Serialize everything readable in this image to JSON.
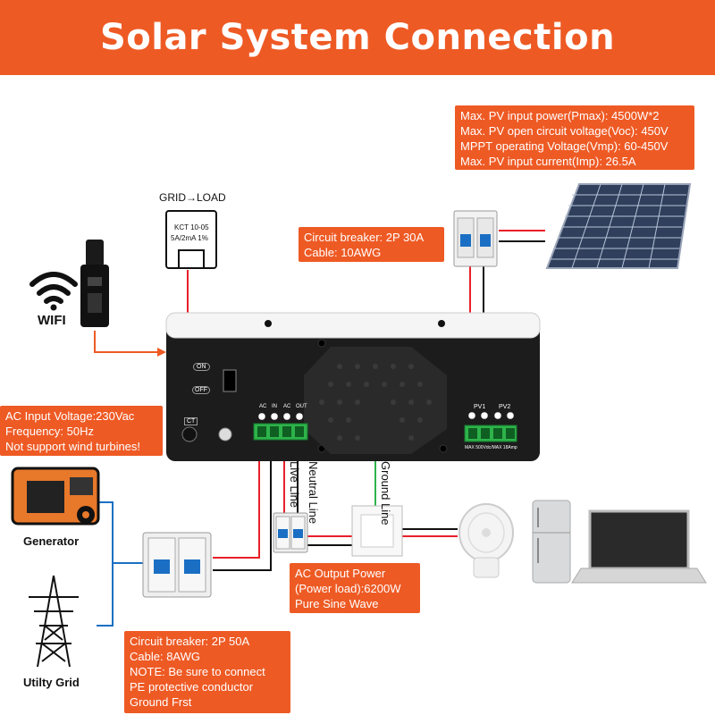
{
  "title": "Solar System Connection",
  "pv_spec_lines": [
    "Max. PV input power(Pmax): 4500W*2",
    "Max. PV open circuit voltage(Voc): 450V",
    "MPPT operating Voltage(Vmp): 60-450V",
    "Max. PV input current(Imp): 26.5A"
  ],
  "pv_breaker_lines": [
    "Circuit breaker: 2P 30A",
    "Cable: 10AWG"
  ],
  "ac_input_lines": [
    "AC Input Voltage:230Vac",
    "Frequency: 50Hz",
    "Not support wind turbines!"
  ],
  "ac_output_lines": [
    "AC Output Power",
    "(Power load):6200W",
    "Pure Sine Wave"
  ],
  "grid_breaker_lines": [
    "Circuit breaker: 2P 50A",
    "Cable: 8AWG",
    "NOTE: Be sure to connect",
    "PE protective conductor",
    "Ground Frst"
  ],
  "ct": {
    "header": "GRID→LOAD",
    "model": "KCT 10-05",
    "rating": "5A/2mA 1%"
  },
  "labels": {
    "wifi": "WIFI",
    "generator": "Generator",
    "utility_grid": "Utilty Grid",
    "live_line": "Live Line",
    "neutral_line": "Neutral Line",
    "ground_line": "Ground Line"
  },
  "inverter": {
    "on": "ON",
    "off": "OFF",
    "ct_port": "CT",
    "ac_in": "AC IN",
    "ac_out": "AC OUT",
    "pv1": "PV1",
    "pv2": "PV2",
    "pv_rating": "MAX 500Vdc/MAX 18Amp"
  },
  "colors": {
    "accent": "#ee5a24",
    "green_wire": "#2db34a",
    "red_wire": "#e8202a",
    "blue_wire": "#1a6fc4",
    "orange_wire": "#ee5a24"
  }
}
